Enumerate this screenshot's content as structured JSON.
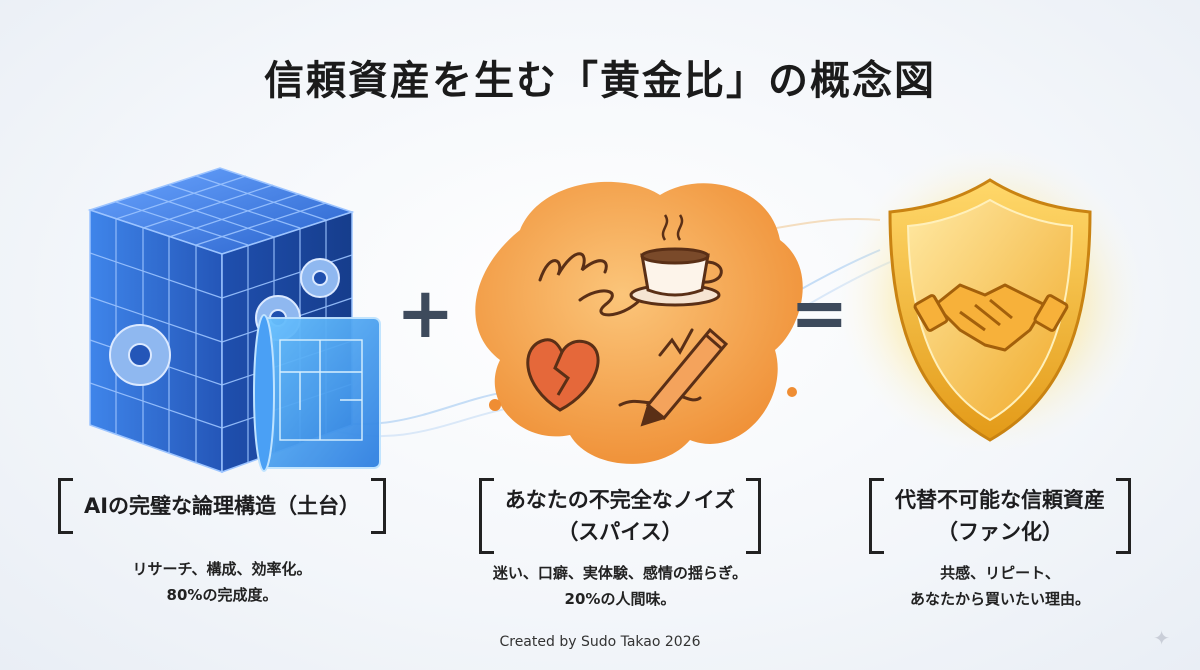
{
  "title": "信頼資産を生む「黄金比」の概念図",
  "operators": {
    "plus": "+",
    "equals": "="
  },
  "columns": [
    {
      "heading_line1": "AIの完璧な論理構造（土台）",
      "heading_line2": "",
      "desc_line1": "リサーチ、構成、効率化。",
      "desc_line2": "80%の完成度。",
      "icon": "blue-cube-gears-blueprint-icon"
    },
    {
      "heading_line1": "あなたの不完全なノイズ",
      "heading_line2": "（スパイス）",
      "desc_line1": "迷い、口癖、実体験、感情の揺らぎ。",
      "desc_line2": "20%の人間味。",
      "icon": "orange-splash-coffee-heart-pen-icon"
    },
    {
      "heading_line1": "代替不可能な信頼資産",
      "heading_line2": "（ファン化）",
      "desc_line1": "共感、リピート、",
      "desc_line2": "あなたから買いたい理由。",
      "icon": "golden-shield-handshake-icon"
    }
  ],
  "credit": "Created by Sudo Takao 2026",
  "colors": {
    "cube_blue": "#2f6fd6",
    "splash_orange": "#f19a3e",
    "shield_gold": "#f2b531",
    "operator": "#3d4a5c"
  }
}
